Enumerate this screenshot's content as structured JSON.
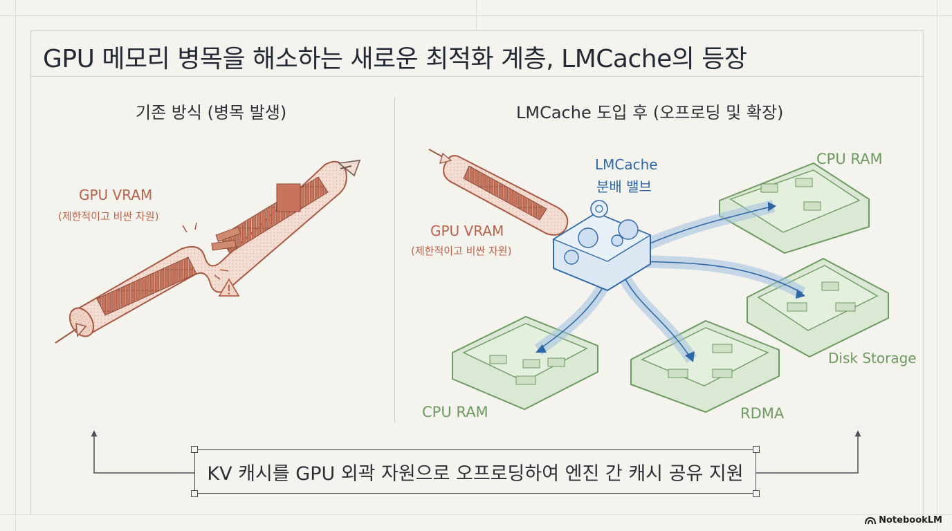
{
  "title": "GPU 메모리 병목을 해소하는 새로운 최적화 계층, LMCache의 등장",
  "left_panel": {
    "heading": "기존 방식 (병목 발생)",
    "vram_label": "GPU VRAM",
    "vram_sublabel": "(제한적이고 비싼 자원)"
  },
  "right_panel": {
    "heading": "LMCache 도입 후 (오프로딩 및 확장)",
    "vram_label": "GPU VRAM",
    "vram_sublabel": "(제한적이고 비싼 자원)",
    "valve_label_line1": "LMCache",
    "valve_label_line2": "분배 밸브",
    "targets": {
      "cpu_ram_top": "CPU RAM",
      "disk_storage": "Disk Storage",
      "rdma": "RDMA",
      "cpu_ram_bottom": "CPU RAM"
    }
  },
  "bottom_caption": "KV 캐시를 GPU 외곽 자원으로 오프로딩하여 엔진 간 캐시 공유 지원",
  "branding": "NotebookLM",
  "colors": {
    "vram_red": "#b8634c",
    "valve_blue": "#2d67a8",
    "storage_green": "#6c9a5f",
    "background": "#f4f3ee"
  }
}
